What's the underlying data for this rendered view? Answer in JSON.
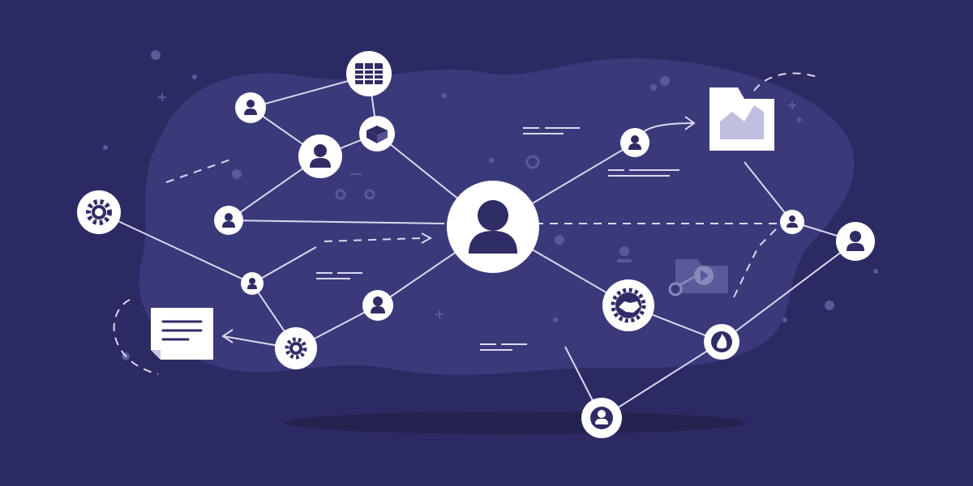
{
  "colors": {
    "background": "#2c2a63",
    "blob": "#3a3a7a",
    "node_fill": "#ffffff",
    "icon": "#2f2d66",
    "line": "#d9d8f0",
    "faint": "#5a5a9a",
    "shadow": "#24224f"
  },
  "nodes": [
    {
      "id": "center-user",
      "icon": "user-icon"
    },
    {
      "id": "top-left-user",
      "icon": "user-icon"
    },
    {
      "id": "upper-left-user",
      "icon": "user-icon"
    },
    {
      "id": "left-user",
      "icon": "user-icon"
    },
    {
      "id": "lower-left-user",
      "icon": "user-icon"
    },
    {
      "id": "bottom-left-user",
      "icon": "user-icon"
    },
    {
      "id": "top-grid",
      "icon": "grid-icon"
    },
    {
      "id": "top-box",
      "icon": "box-icon"
    },
    {
      "id": "left-gear",
      "icon": "gear-icon"
    },
    {
      "id": "bottom-gear",
      "icon": "gear-icon"
    },
    {
      "id": "upper-right-user",
      "icon": "user-icon"
    },
    {
      "id": "right-small-user",
      "icon": "user-icon"
    },
    {
      "id": "far-right-user",
      "icon": "user-icon"
    },
    {
      "id": "handshake",
      "icon": "handshake-icon"
    },
    {
      "id": "fire",
      "icon": "fire-icon"
    },
    {
      "id": "bottom-user",
      "icon": "user-icon"
    },
    {
      "id": "folder-chart",
      "icon": "folder-chart-icon"
    },
    {
      "id": "document",
      "icon": "document-icon"
    },
    {
      "id": "video-folder",
      "icon": "video-folder-icon"
    }
  ]
}
